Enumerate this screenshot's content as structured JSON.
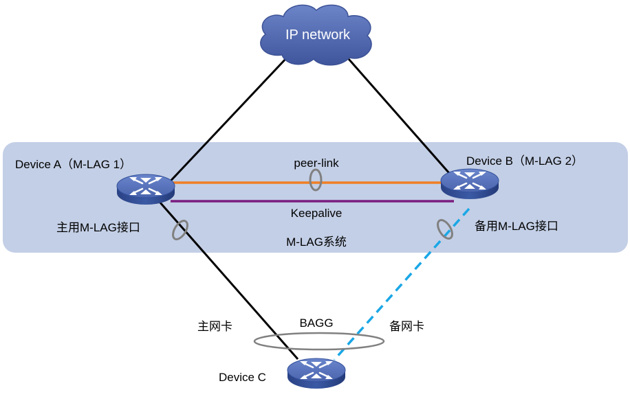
{
  "diagram": {
    "cloud_label": "IP network",
    "system_label": "M-LAG系统",
    "links": {
      "peer_link": "peer-link",
      "keepalive": "Keepalive",
      "bagg": "BAGG"
    },
    "devices": {
      "a": {
        "name": "Device A（M-LAG 1）",
        "interface": "主用M-LAG接口"
      },
      "b": {
        "name": "Device B（M-LAG 2）",
        "interface": "备用M-LAG接口"
      },
      "c": {
        "name": "Device C",
        "nic_primary": "主网卡",
        "nic_backup": "备网卡"
      }
    },
    "colors": {
      "system_band": "#c3cfe6",
      "cloud": "#4f68b1",
      "peer_link": "#f07f23",
      "keepalive": "#7a1e80",
      "backup_link": "#1aa7e6",
      "device_top": "#5571ba",
      "device_side": "#2f4a90"
    }
  }
}
